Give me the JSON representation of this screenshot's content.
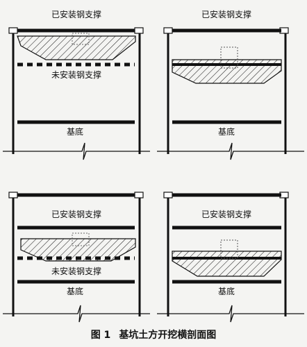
{
  "labels": {
    "installed_support": "已安装钢支撑",
    "uninstalled_support": "未安装钢支撑",
    "base": "基底"
  },
  "caption": {
    "number": "图 1",
    "title": "基坑土方开挖横剖面图"
  }
}
